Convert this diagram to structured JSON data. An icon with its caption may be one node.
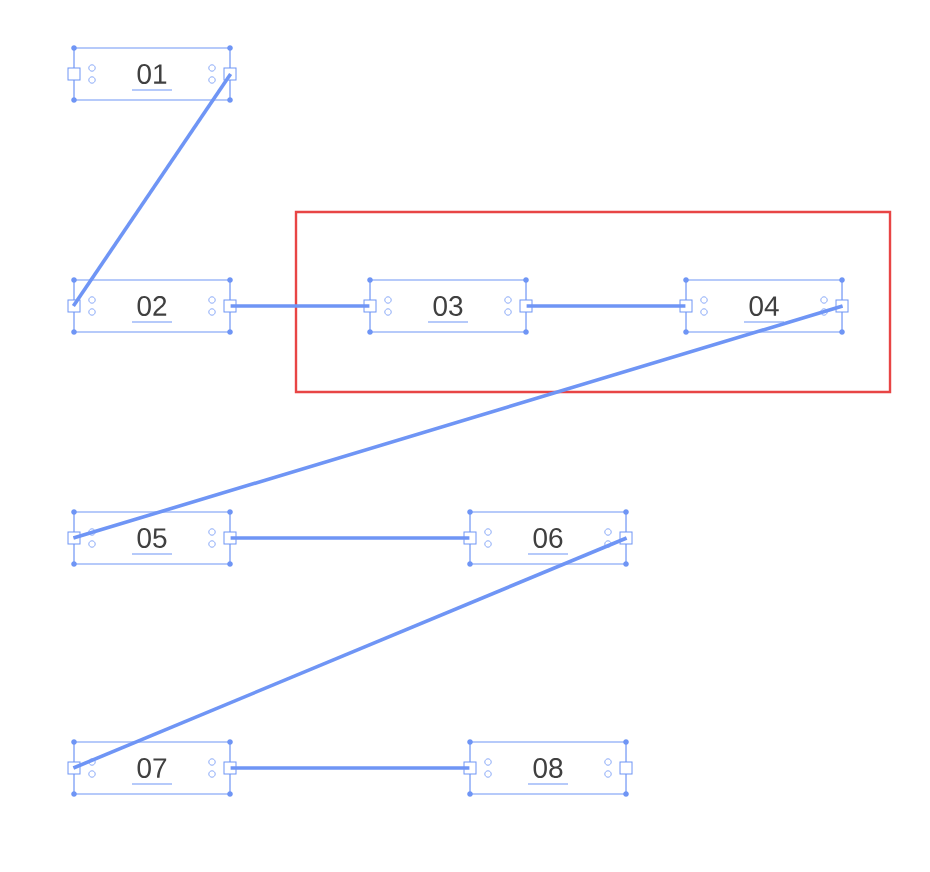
{
  "diagram": {
    "nodes": [
      {
        "text": [
          "01"
        ]
      },
      {
        "text": [
          "02"
        ]
      },
      {
        "text": [],
        "shape": "box"
      },
      {
        "text": [
          "03"
        ],
        "in": 2
      },
      {
        "text": [
          "04"
        ],
        "in": 2
      },
      {
        "text": [
          "05"
        ]
      },
      {
        "text": [
          "06"
        ]
      },
      {
        "text": [
          "07"
        ]
      },
      {
        "text": [
          "08"
        ]
      }
    ],
    "edges": [
      {
        "from": 0,
        "to": 1,
        "arrow": "none"
      },
      {
        "from": 1,
        "to": 3,
        "arrow": "none"
      },
      {
        "from": 3,
        "to": 4,
        "arrow": "none"
      },
      {
        "from": 4,
        "to": 5,
        "arrow": "none"
      },
      {
        "from": 5,
        "to": 6,
        "arrow": "none"
      },
      {
        "from": 6,
        "to": 7,
        "arrow": "none"
      },
      {
        "from": 7,
        "to": 8,
        "arrow": "none"
      }
    ]
  }
}
